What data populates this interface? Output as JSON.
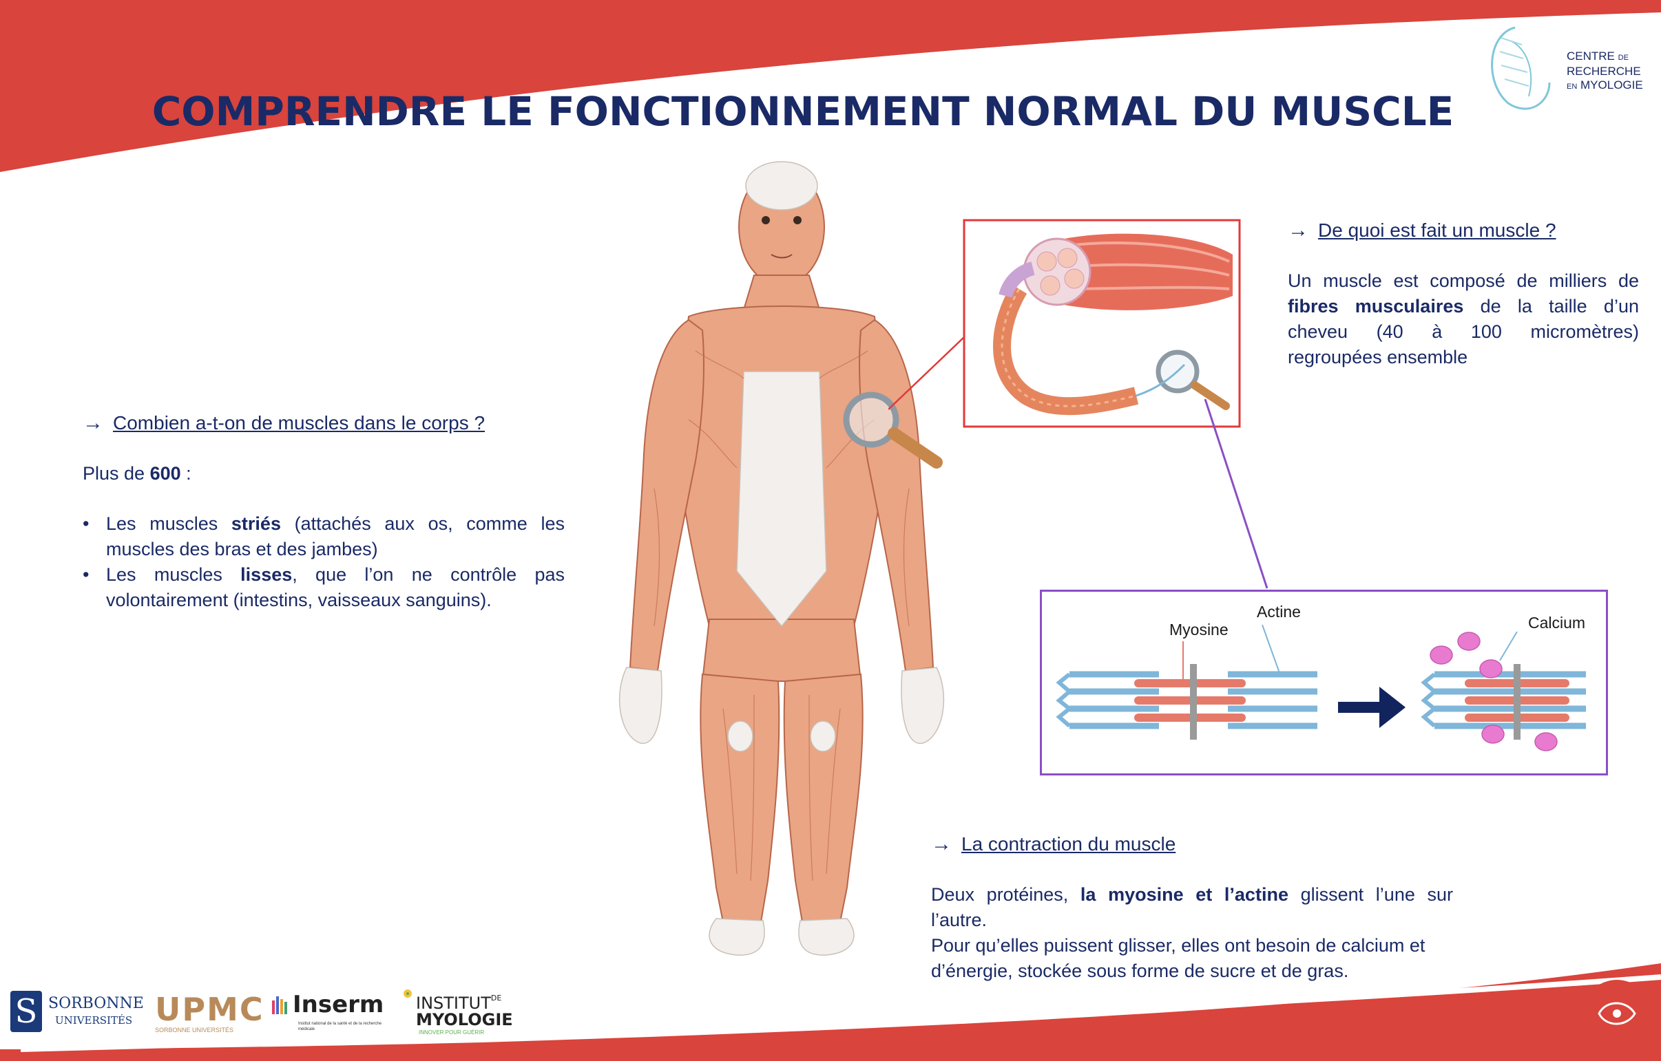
{
  "title": "COMPRENDRE LE FONCTIONNEMENT NORMAL DU MUSCLE",
  "logo_crm": {
    "line1": "CENTRE",
    "line1_small": "DE",
    "line2": "RECHERCHE",
    "line3_small": "EN",
    "line3": "MYOLOGIE"
  },
  "left_block": {
    "question": "Combien a-t-on de muscles dans le corps ?",
    "intro_prefix": "Plus de",
    "intro_number": "600",
    "intro_suffix": " :",
    "bullets": [
      {
        "prefix": "Les muscles ",
        "bold": "striés",
        "suffix": " (attachés aux os, comme les muscles des bras et des jambes)"
      },
      {
        "prefix": "Les muscles ",
        "bold": "lisses",
        "suffix": ", que l’on ne contrôle pas volontairement (intestins, vaisseaux sanguins)."
      }
    ]
  },
  "right_top": {
    "question": "De quoi est fait un muscle ?",
    "text_prefix": "Un muscle est composé de milliers de ",
    "text_bold": "fibres musculaires",
    "text_suffix": " de la taille d’un cheveu (40 à 100 micromètres) regroupées ensemble"
  },
  "sarcomere": {
    "label_myosine": "Myosine",
    "label_actine": "Actine",
    "label_calcium": "Calcium"
  },
  "bottom_block": {
    "question": "La contraction du muscle",
    "p1_prefix": "Deux protéines, ",
    "p1_bold": "la myosine et l’actine",
    "p1_suffix": " glissent l’une sur l’autre.",
    "p2": "Pour qu’elles puissent glisser, elles ont besoin de calcium et d’énergie, stockée sous forme de sucre et de gras."
  },
  "partner_logos": {
    "sorbonne_1": "SORBONNE",
    "sorbonne_2": "UNIVERSITÉS",
    "upmc": "UPMC",
    "upmc_sub": "SORBONNE UNIVERSITÉS",
    "inserm": "Inserm",
    "inserm_sub": "Institut national de la santé et de la recherche médicale",
    "myologie_1": "INSTITUT",
    "myologie_de": "DE",
    "myologie_2": "MYOLOGIE",
    "myologie_sub": "INNOVER POUR GUÉRIR"
  },
  "colors": {
    "banner_red": "#d9443c",
    "navy": "#1a2a66",
    "muscle": "#e9a584",
    "muscle_dark": "#c9694a",
    "red_frame": "#e03a3a",
    "purple_frame": "#8a4fc7",
    "calcium": "#e87bd0",
    "actin_blue": "#7fb6d9",
    "myosin_red": "#e57a6a"
  }
}
